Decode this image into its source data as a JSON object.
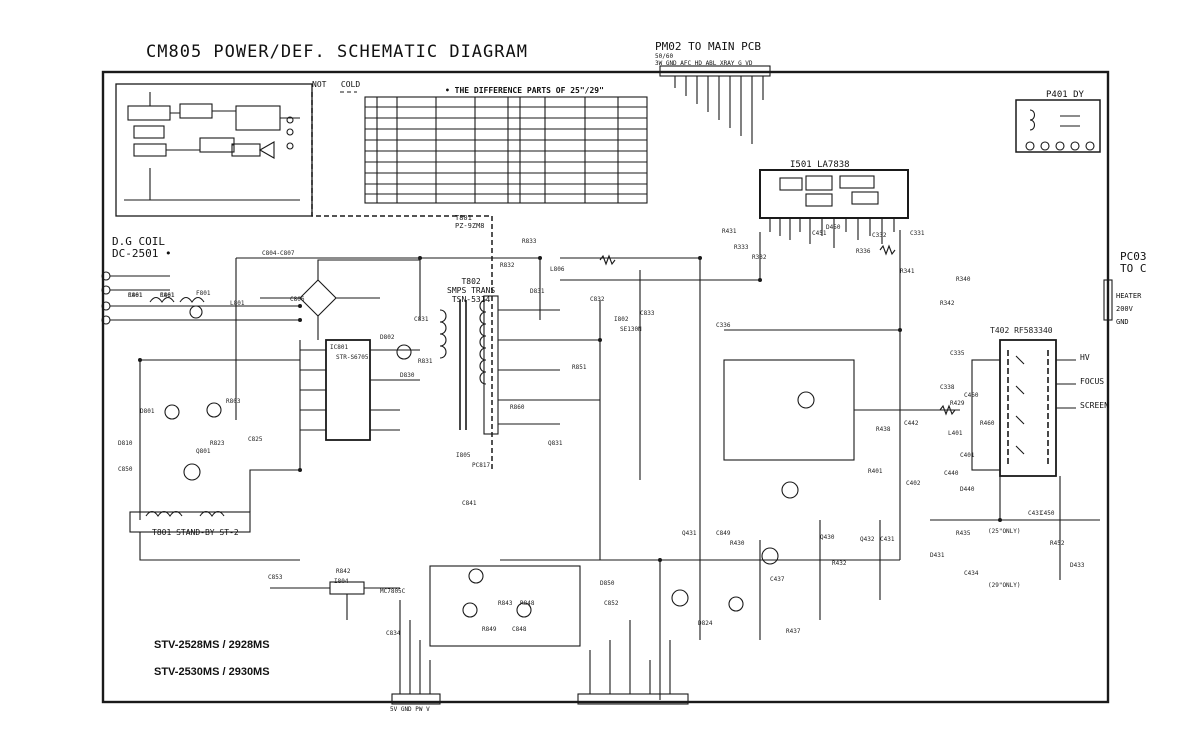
{
  "title": "CM805 POWER/DEF. SCHEMATIC DIAGRAM",
  "connectors": {
    "pm02": {
      "label": "PM02 TO MAIN PCB",
      "sub": "50/60",
      "pins": "3W  GND AFC HD  ABL XRAY G   VD"
    },
    "p401": {
      "label": "P401 DY"
    },
    "pc03": {
      "label": "PC03",
      "sub": "TO C"
    },
    "bottom_left": {
      "pins": "5V  GND PW  V"
    },
    "heater": {
      "line1": "HEATER",
      "line2": "200V",
      "line3": "GND"
    }
  },
  "hot_cold": {
    "hot": "NOT",
    "cold": "COLD"
  },
  "diff_table_title": "• THE DIFFERENCE PARTS OF 25\"/29\"",
  "dg_coil": {
    "line1": "D.G COIL",
    "line2": "DC-2501 •"
  },
  "ic501": {
    "label": "I501  LA7838"
  },
  "smps": {
    "line1": "T802",
    "line2": "SMPS TRANS",
    "line3": "TSN-5314"
  },
  "t801": {
    "line1": "T801",
    "line2": "PZ-9ZM8"
  },
  "standby": {
    "label": "T801     STAND-BY ST-2"
  },
  "t402": {
    "label": "T402  RF583340"
  },
  "outputs": {
    "hv": "HV",
    "focus": "FOCUS",
    "screen": "SCREEN"
  },
  "models": {
    "line1": "STV-2528MS / 2928MS",
    "line2": "STV-2530MS / 2930MS"
  },
  "component_labels": [
    "R801",
    "C801",
    "F801",
    "L801",
    "D801",
    "C804-C807",
    "C806",
    "R803",
    "Q801",
    "D810",
    "C850",
    "R823",
    "C825",
    "IC801",
    "STR-S6705",
    "D802",
    "C831",
    "R831",
    "D830",
    "I805",
    "PC817",
    "C841",
    "R832",
    "L806",
    "R833",
    "D831",
    "C832",
    "I802",
    "SE130N",
    "C833",
    "R851",
    "R860",
    "Q831",
    "D850",
    "C852",
    "C853",
    "R842",
    "I804",
    "MC7805C",
    "C834",
    "R843",
    "R848",
    "R849",
    "C848",
    "C849",
    "R430",
    "Q430",
    "Q431",
    "D824",
    "R437",
    "C437",
    "R432",
    "Q432",
    "C431",
    "R452",
    "C440",
    "D440",
    "L401",
    "C401",
    "R401",
    "C402",
    "C431",
    "D431",
    "C434",
    "R435",
    "D433",
    "R438",
    "C442",
    "C460",
    "R460",
    "C450",
    "D450",
    "C451",
    "R431",
    "R333",
    "R332",
    "R336",
    "C331",
    "C332",
    "R341",
    "R342",
    "C335",
    "C336",
    "R340",
    "C338",
    "R429",
    "C461",
    "R461"
  ],
  "notes": [
    "(25\"ONLY)",
    "(29\"ONLY)"
  ]
}
